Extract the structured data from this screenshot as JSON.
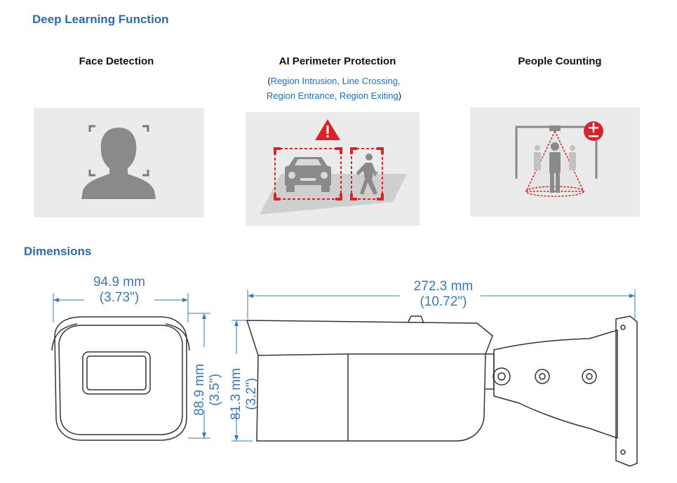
{
  "sections": {
    "deep_learning": "Deep Learning Function",
    "dimensions": "Dimensions"
  },
  "features": [
    {
      "title": "Face Detection"
    },
    {
      "title": "AI Perimeter Protection",
      "open": "(",
      "line1": "Region Intrusion, Line Crossing,",
      "line2": "Region Entrance, Region Exiting",
      "close": ")"
    },
    {
      "title": "People Counting"
    }
  ],
  "dimensions": {
    "front_width_mm": "94.9 mm",
    "front_width_in": "(3.73\")",
    "length_mm": "272.3 mm",
    "length_in": "(10.72\")",
    "front_height_mm": "88.9 mm",
    "front_height_in": "(3.5\")",
    "side_height_mm": "81.3 mm",
    "side_height_in": "(3.2\")"
  },
  "colors": {
    "heading_blue": "#2e6aa6",
    "link_blue": "#1e6fb8",
    "alert_red": "#d8232a",
    "panel_gray": "#ebebeb"
  },
  "icons": [
    "face-detection-icon",
    "warning-triangle-icon",
    "car-icon",
    "walking-person-icon",
    "people-counting-icon",
    "plus-minus-badge-icon"
  ]
}
